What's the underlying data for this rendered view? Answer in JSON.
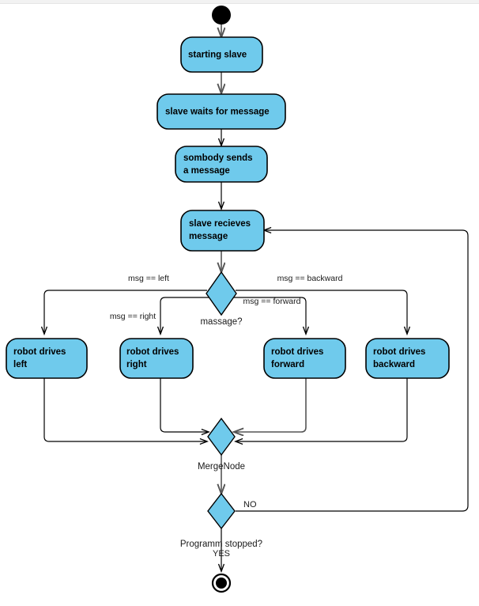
{
  "diagram": {
    "type": "uml-activity-diagram",
    "title": "",
    "background_color": "#ffffff",
    "node_fill_color": "#6FCAEC",
    "node_stroke_color": "#000000",
    "edge_color": "#000000",
    "nodes": {
      "initial": {
        "kind": "initial-node",
        "label": ""
      },
      "action_start": {
        "kind": "action",
        "label_line1": "starting slave",
        "label_line2": ""
      },
      "action_wait": {
        "kind": "action",
        "label_line1": "slave waits for message",
        "label_line2": ""
      },
      "action_send": {
        "kind": "action",
        "label_line1": "sombody sends",
        "label_line2": "a message"
      },
      "action_receive": {
        "kind": "action",
        "label_line1": "slave recieves",
        "label_line2": "message"
      },
      "decision_msg": {
        "kind": "decision",
        "label": "massage?"
      },
      "action_left": {
        "kind": "action",
        "label_line1": "robot drives",
        "label_line2": "left"
      },
      "action_right": {
        "kind": "action",
        "label_line1": "robot drives",
        "label_line2": "right"
      },
      "action_forward": {
        "kind": "action",
        "label_line1": "robot drives",
        "label_line2": "forward"
      },
      "action_backward": {
        "kind": "action",
        "label_line1": "robot drives",
        "label_line2": "backward"
      },
      "merge": {
        "kind": "merge-node",
        "label": "MergeNode"
      },
      "decision_stop": {
        "kind": "decision",
        "label": "Programm stopped?"
      },
      "final": {
        "kind": "final-node",
        "label": ""
      }
    },
    "edge_labels": {
      "msg_left": "msg == left",
      "msg_right": "msg == right",
      "msg_forward": "msg == forward",
      "msg_backward": "msg == backward",
      "stop_no": "NO",
      "stop_yes": "YES"
    }
  }
}
